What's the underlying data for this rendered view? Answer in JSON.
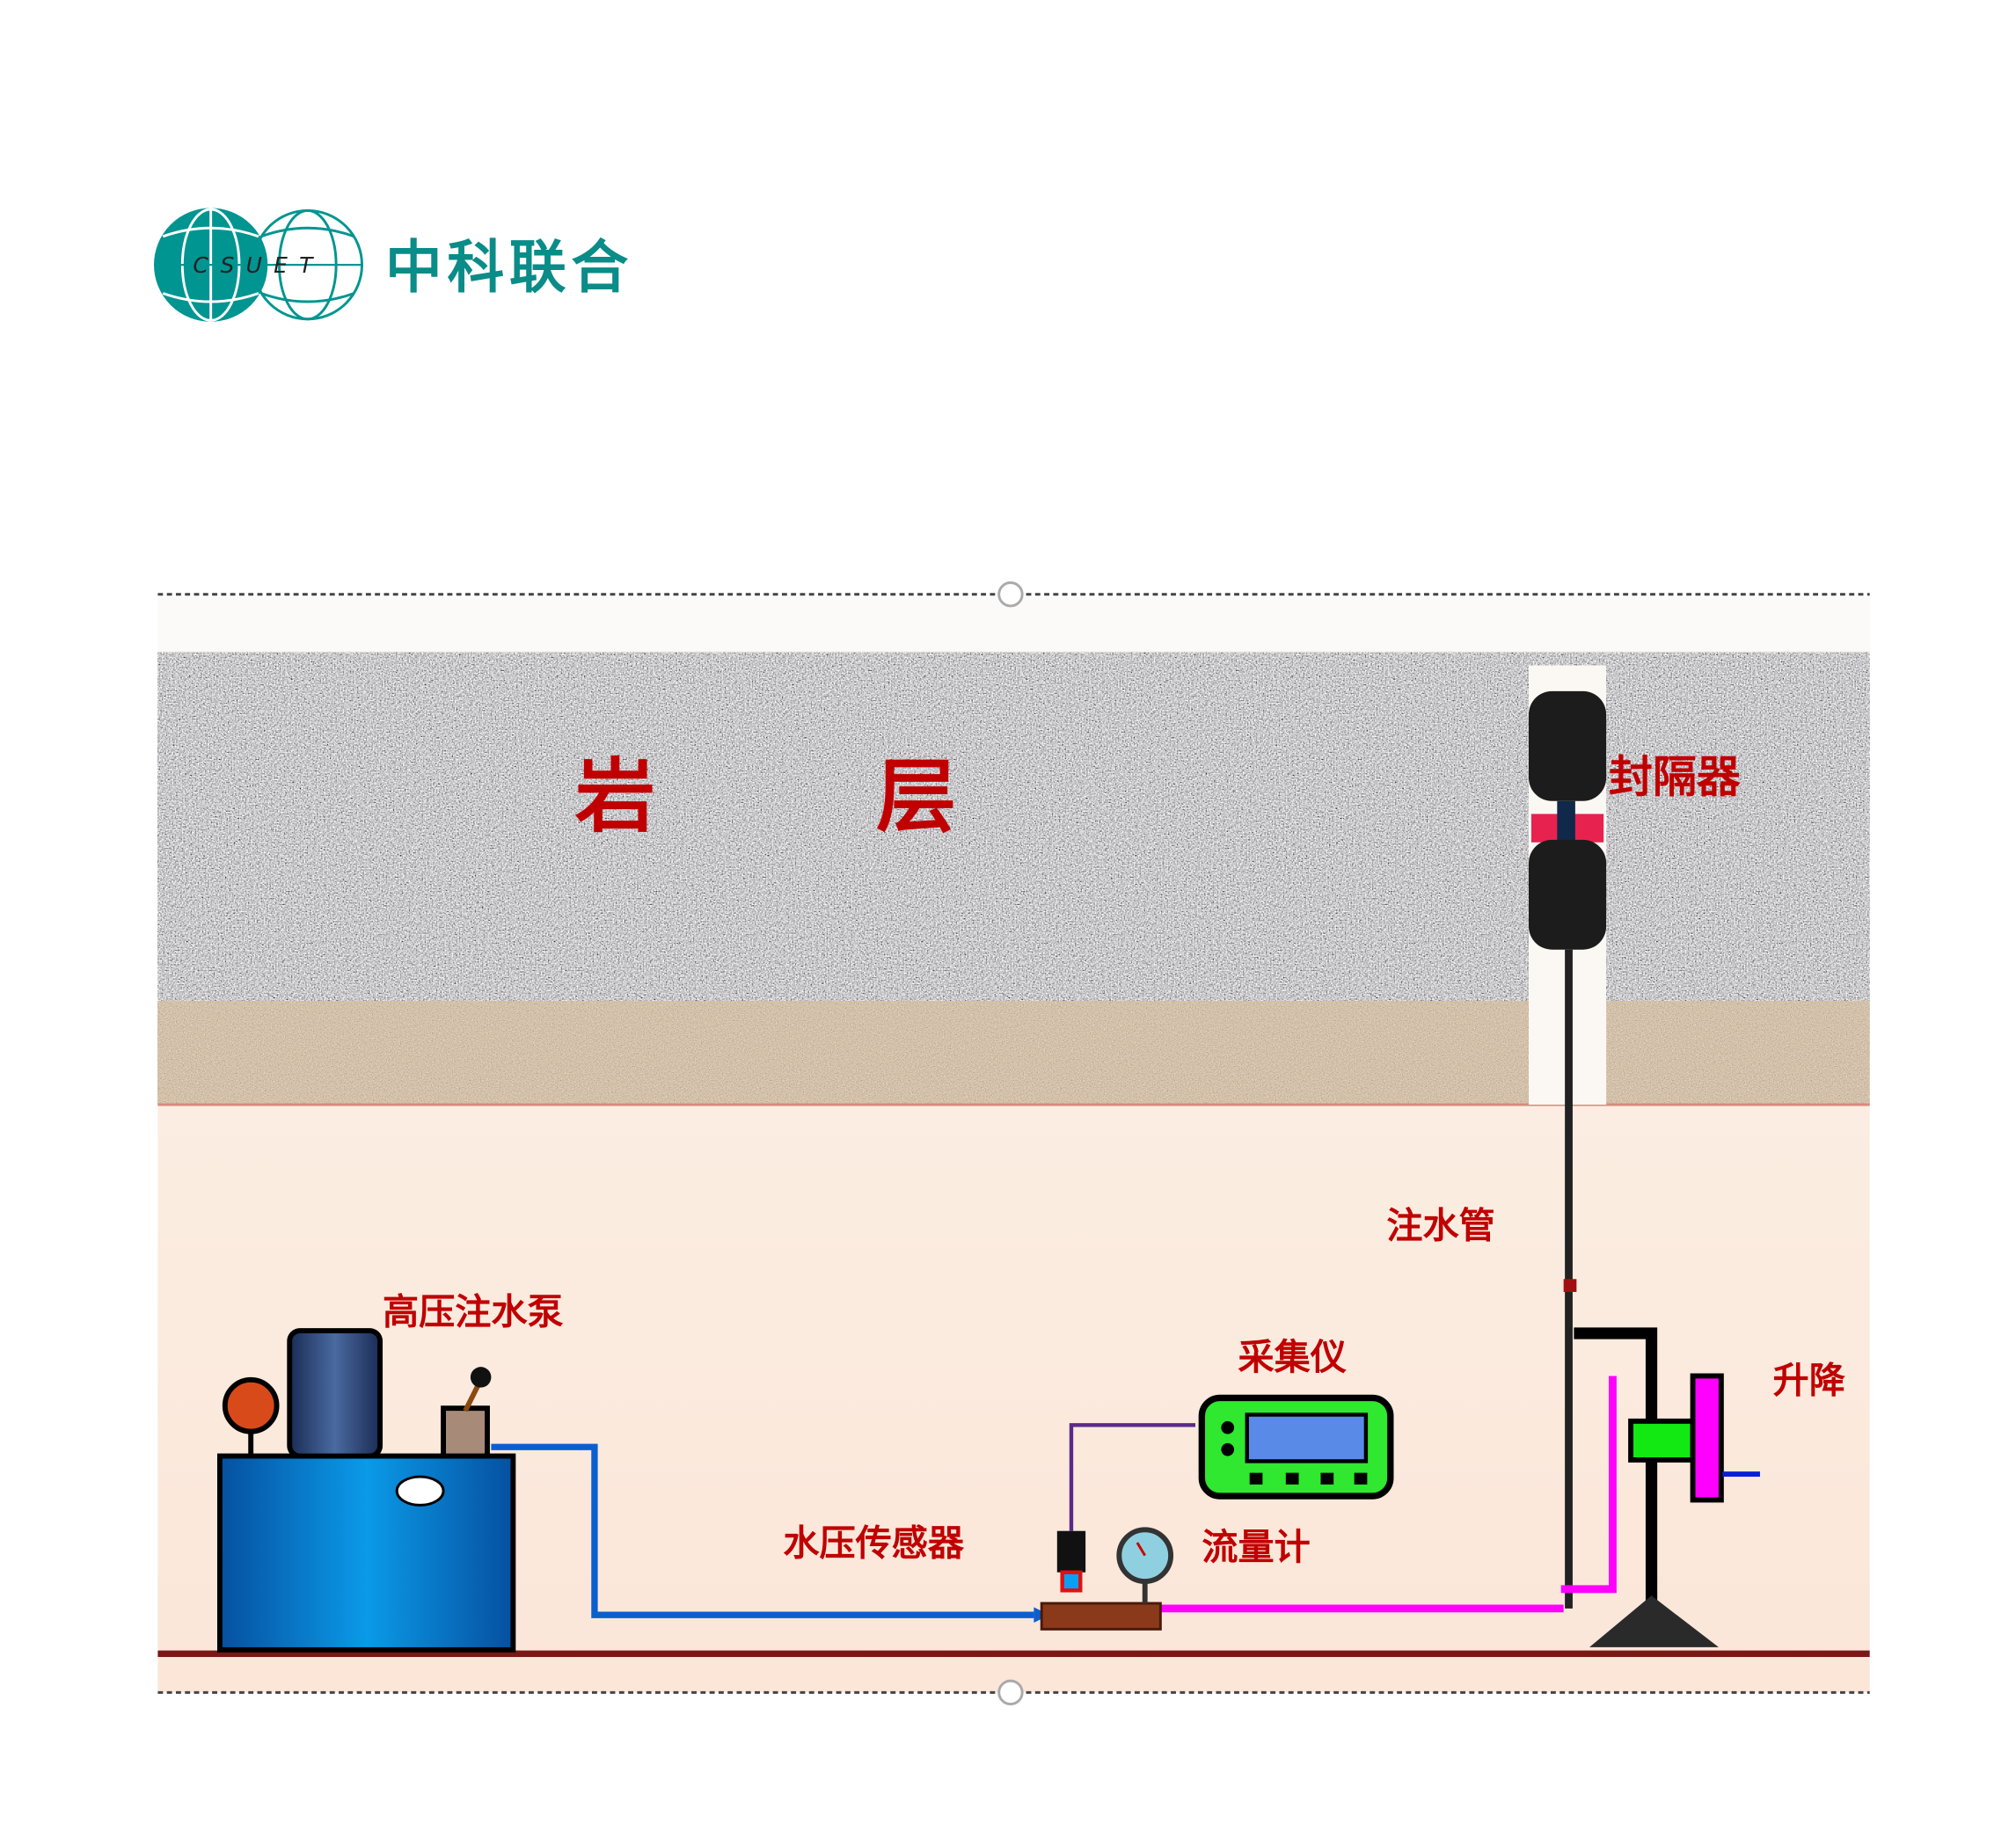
{
  "logo": {
    "letters": "CSUET",
    "name": "中科联合"
  },
  "diagram": {
    "rock_label_1": "岩",
    "rock_label_2": "层",
    "packer": "封隔器",
    "injection_pipe": "注水管",
    "pump": "高压注水泵",
    "collector": "采集仪",
    "pressure_sensor": "水压传感器",
    "flow_meter": "流量计",
    "lifter": "升降"
  },
  "colors": {
    "brand": "#009591",
    "label": "#c00000",
    "water_line": "#0a5fd0",
    "magenta": "#ff00ff"
  }
}
